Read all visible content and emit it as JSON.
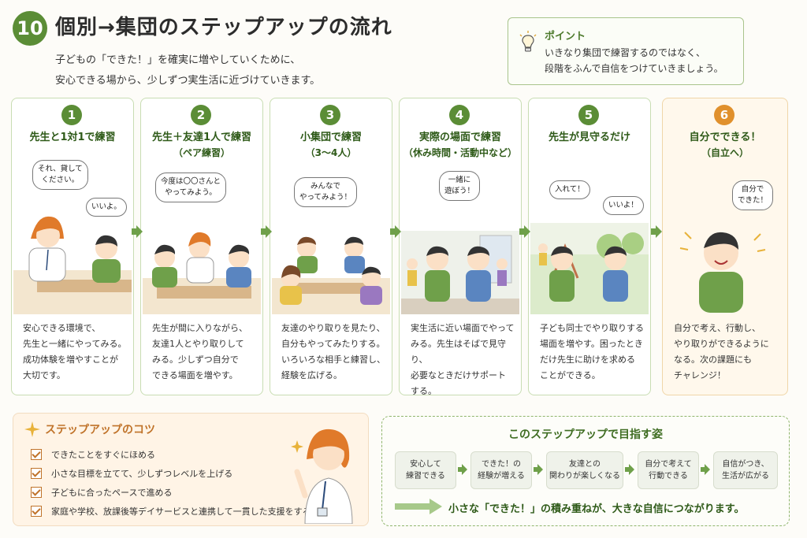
{
  "header": {
    "number": "10",
    "title": "個別→集団のステップアップの流れ",
    "intro": [
      "子どもの「できた！」を確実に増やしていくために、",
      "安心できる場から、少しずつ実生活に近づけていきます。"
    ]
  },
  "point": {
    "title": "ポイント",
    "lines": [
      "いきなり集団で練習するのではなく、",
      "段階をふんで自信をつけていきましょう。"
    ]
  },
  "steps": [
    {
      "num": "1",
      "title": "先生と1対1で練習",
      "sub": "",
      "bubbles": [
        "それ、貸して\nください。",
        "いいよ。"
      ],
      "text": [
        "安心できる環境で、",
        "先生と一緒にやってみる。",
        "成功体験を増やすことが",
        "大切です。"
      ]
    },
    {
      "num": "2",
      "title": "先生＋友達1人で練習",
      "sub": "（ペア練習）",
      "bubbles": [
        "今度は〇〇さんと\nやってみよう。"
      ],
      "text": [
        "先生が間に入りながら、",
        "友達1人とやり取りして",
        "みる。少しずつ自分で",
        "できる場面を増やす。"
      ]
    },
    {
      "num": "3",
      "title": "小集団で練習",
      "sub": "（3〜4人）",
      "bubbles": [
        "みんなで\nやってみよう！"
      ],
      "text": [
        "友達のやり取りを見たり、",
        "自分もやってみたりする。",
        "いろいろな相手と練習し、",
        "経験を広げる。"
      ]
    },
    {
      "num": "4",
      "title": "実際の場面で練習",
      "sub": "（休み時間・活動中など）",
      "bubbles": [
        "一緒に\n遊ぼう！"
      ],
      "text": [
        "実生活に近い場面でやって",
        "みる。先生はそばで見守り、",
        "必要なときだけサポート",
        "する。"
      ]
    },
    {
      "num": "5",
      "title": "先生が見守るだけ",
      "sub": "",
      "bubbles": [
        "入れて！",
        "いいよ！"
      ],
      "text": [
        "子ども同士でやり取りする",
        "場面を増やす。困ったとき",
        "だけ先生に助けを求める",
        "ことができる。"
      ]
    },
    {
      "num": "6",
      "title": "自分でできる！",
      "sub": "（自立へ）",
      "bubbles": [
        "自分で\nできた！"
      ],
      "text": [
        "自分で考え、行動し、",
        "やり取りができるように",
        "なる。次の課題にも",
        "チャレンジ！"
      ]
    }
  ],
  "tips": {
    "title": "ステップアップのコツ",
    "items": [
      "できたことをすぐにほめる",
      "小さな目標を立てて、少しずつレベルを上げる",
      "子どもに合ったペースで進める",
      "家庭や学校、放課後等デイサービスと連携して一貫した支援をする"
    ]
  },
  "goal": {
    "title": "このステップアップで目指す姿",
    "boxes": [
      "安心して\n練習できる",
      "できた！の\n経験が増える",
      "友達との\n関わりが楽しくなる",
      "自分で考えて\n行動できる",
      "自信がつき、\n生活が広がる"
    ],
    "footer": "小さな「できた！」の積み重ねが、大きな自信につながります。"
  },
  "colors": {
    "green": "#5b8d36",
    "orange": "#e0902c",
    "light_green": "#c8ddb3"
  }
}
